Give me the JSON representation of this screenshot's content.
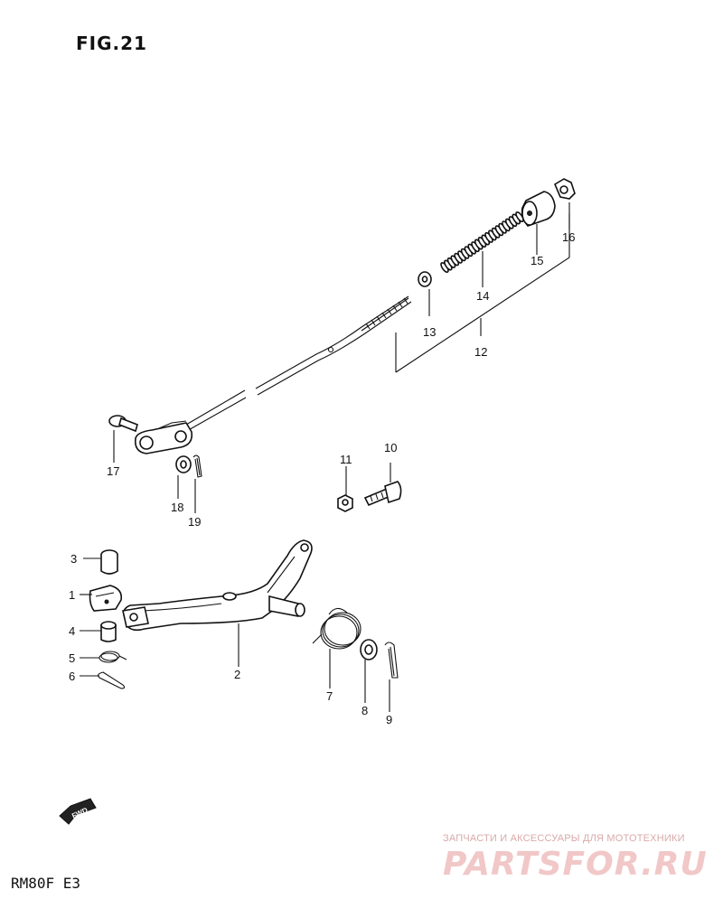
{
  "figure": {
    "title": "FIG.21",
    "model_code": "RM80F  E3",
    "fwd_badge": "FWD"
  },
  "watermark": {
    "tagline": "ЗАПЧАСТИ И АКСЕССУАРЫ ДЛЯ МОТОТЕХНИКИ",
    "logo": "PARTSFOR.RU"
  },
  "callouts": [
    {
      "id": "c1",
      "number": "1"
    },
    {
      "id": "c2",
      "number": "2"
    },
    {
      "id": "c3",
      "number": "3"
    },
    {
      "id": "c4",
      "number": "4"
    },
    {
      "id": "c5",
      "number": "5"
    },
    {
      "id": "c6",
      "number": "6"
    },
    {
      "id": "c7",
      "number": "7"
    },
    {
      "id": "c8",
      "number": "8"
    },
    {
      "id": "c9",
      "number": "9"
    },
    {
      "id": "c10",
      "number": "10"
    },
    {
      "id": "c11",
      "number": "11"
    },
    {
      "id": "c12",
      "number": "12"
    },
    {
      "id": "c13",
      "number": "13"
    },
    {
      "id": "c14",
      "number": "14"
    },
    {
      "id": "c15",
      "number": "15"
    },
    {
      "id": "c16",
      "number": "16"
    },
    {
      "id": "c17",
      "number": "17"
    },
    {
      "id": "c18",
      "number": "18"
    },
    {
      "id": "c19",
      "number": "19"
    }
  ]
}
